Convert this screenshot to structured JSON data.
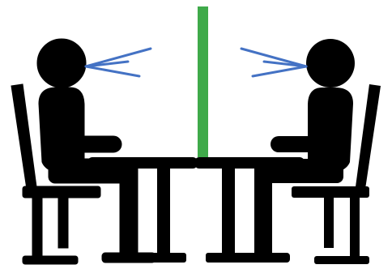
{
  "scene": {
    "description_visible_text": "",
    "colors": {
      "background": "#ffffff",
      "figure": "#000000",
      "divider": "#3faa4a",
      "sight_lines": "#4472c4"
    },
    "elements": {
      "left_person": "seated-person-facing-right",
      "right_person": "seated-person-facing-left",
      "divider": "vertical-partition",
      "left_gaze": "sight-lines-right",
      "right_gaze": "sight-lines-left"
    }
  }
}
